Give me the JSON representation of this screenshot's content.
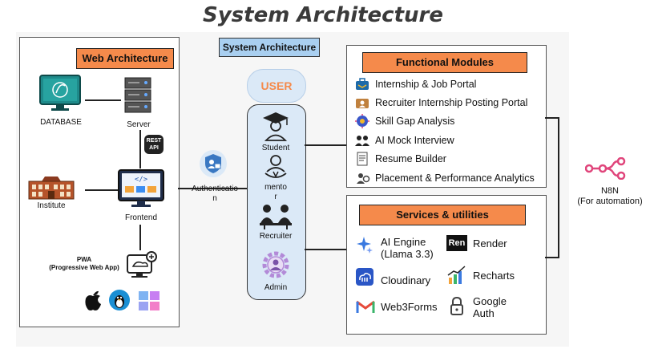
{
  "title": "System Architecture",
  "center_label": "System Architecture",
  "web_architecture": {
    "label": "Web Architecture",
    "database": "DATABASE",
    "server": "Server",
    "rest_api": [
      "REST",
      "API"
    ],
    "institute": "Institute",
    "frontend": "Frontend",
    "pwa_title": "PWA",
    "pwa_sub": "(Progressive Web App)"
  },
  "authentication": [
    "Authenticatio",
    "n"
  ],
  "users": {
    "header": "USER",
    "items": [
      {
        "label": "Student"
      },
      {
        "label": "mento",
        "label2": "r"
      },
      {
        "label": "Recruiter"
      },
      {
        "label": "Admin"
      }
    ]
  },
  "functional_modules": {
    "label": "Functional Modules",
    "items": [
      "Internship & Job Portal",
      "Recruiter Internship Posting Portal",
      "Skill Gap Analysis",
      "AI Mock Interview",
      "Resume Builder",
      "Placement & Performance Analytics"
    ]
  },
  "services": {
    "label": "Services & utilities",
    "ai_engine": [
      "AI Engine",
      "(Llama 3.3)"
    ],
    "render": "Render",
    "cloudinary": "Cloudinary",
    "recharts": "Recharts",
    "web3forms": "Web3Forms",
    "google_auth": [
      "Google",
      "Auth"
    ]
  },
  "n8n": {
    "label": "N8N",
    "sub": "(For automation)"
  },
  "colors": {
    "label_orange": "#f58a4b",
    "label_blue": "#a9cff0",
    "teal": "#1e8a8a",
    "n8n_pink": "#e0457b"
  }
}
